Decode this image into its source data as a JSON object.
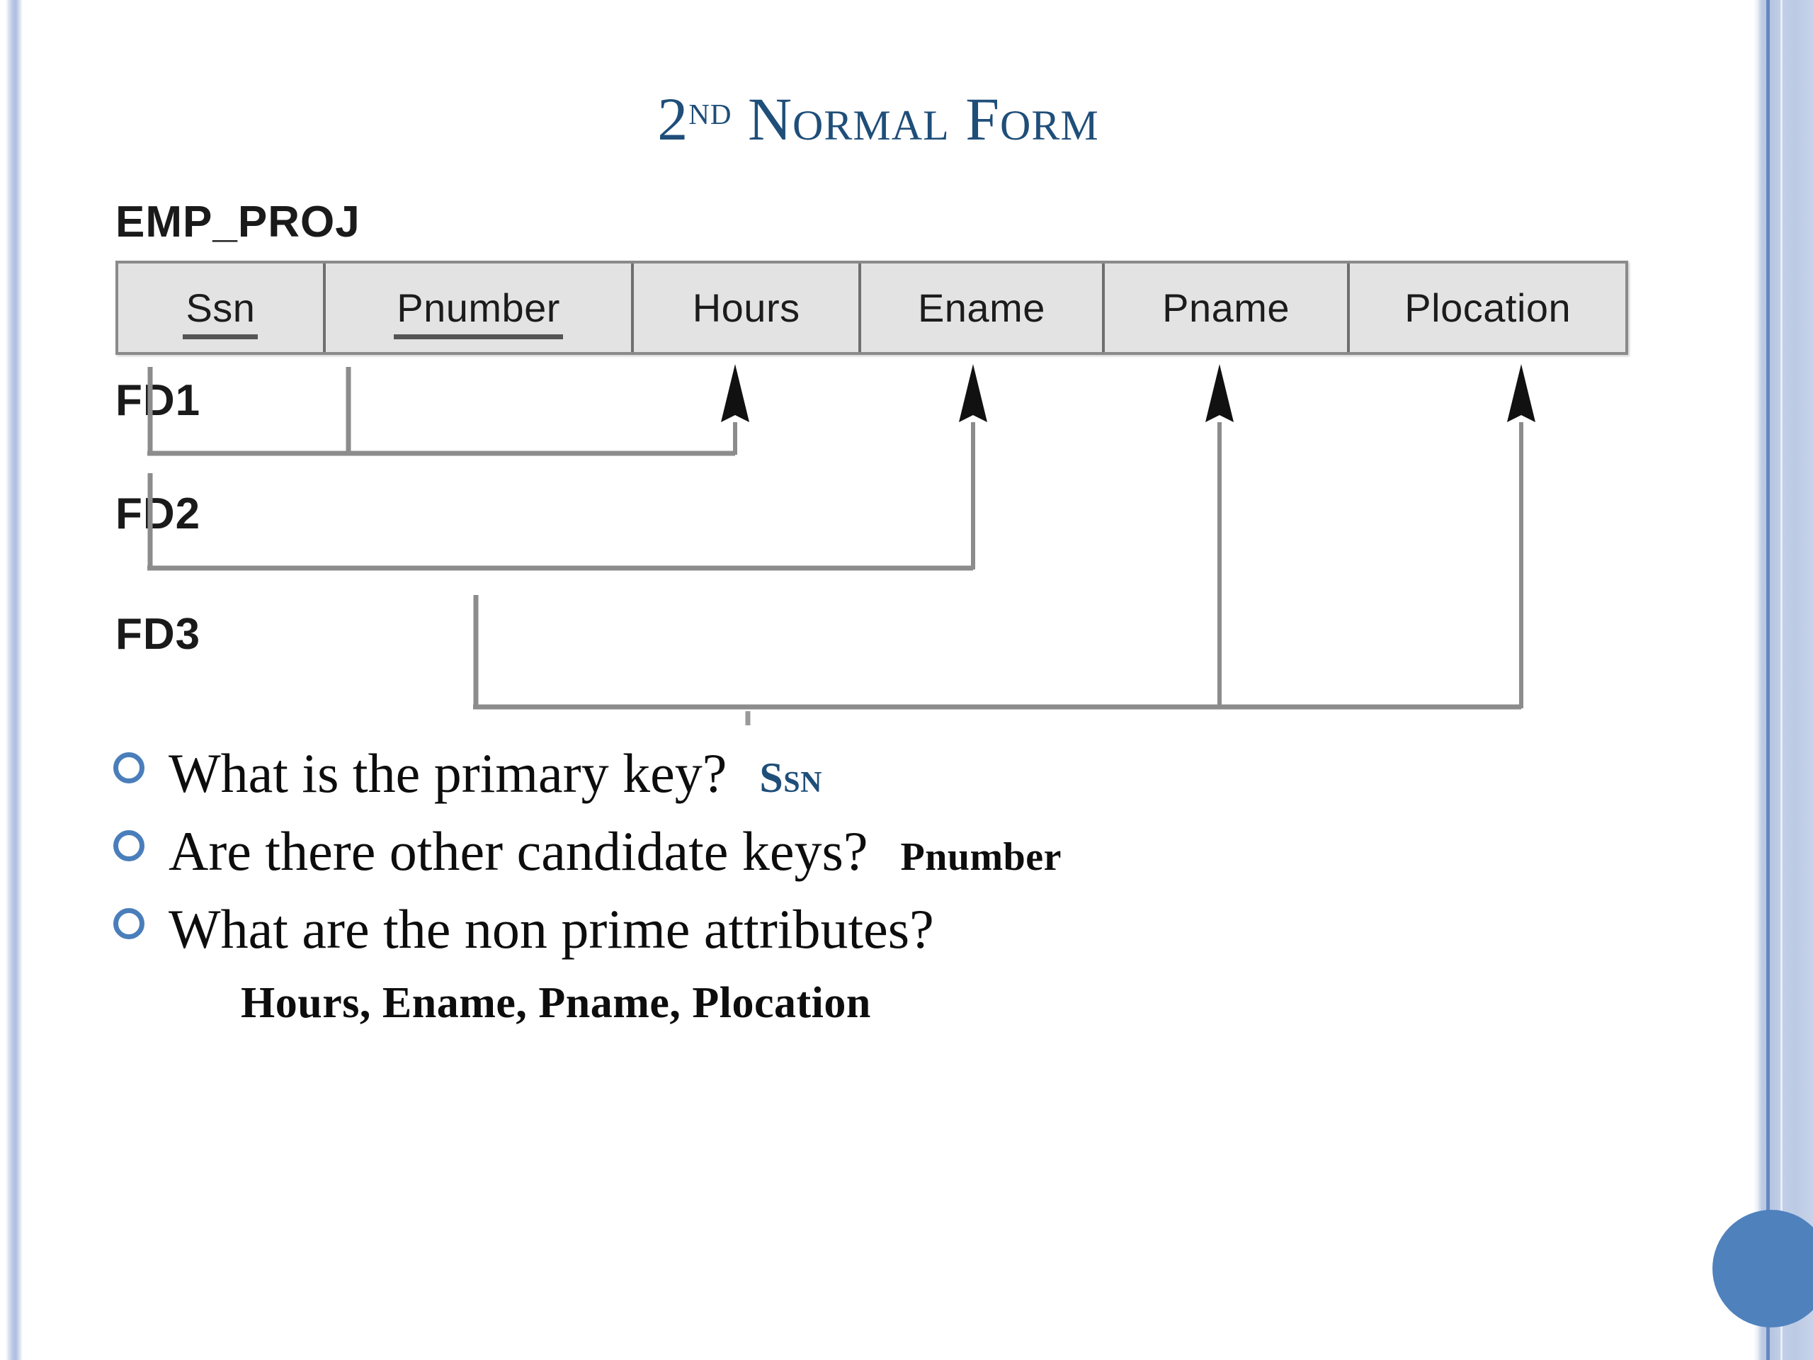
{
  "slide": {
    "title_prefix": "2",
    "title_ordinal": "nd",
    "title_rest": " Normal Form",
    "accent_color": "#4f81bd",
    "title_color": "#1f4e79"
  },
  "diagram": {
    "relation_name": "EMP_PROJ",
    "attributes": [
      {
        "name": "Ssn",
        "is_key": true
      },
      {
        "name": "Pnumber",
        "is_key": true
      },
      {
        "name": "Hours",
        "is_key": false
      },
      {
        "name": "Ename",
        "is_key": false
      },
      {
        "name": "Pname",
        "is_key": false
      },
      {
        "name": "Plocation",
        "is_key": false
      }
    ],
    "functional_dependencies": [
      {
        "label": "FD1",
        "determinants": [
          "Ssn",
          "Pnumber"
        ],
        "dependents": [
          "Hours"
        ]
      },
      {
        "label": "FD2",
        "determinants": [
          "Ssn"
        ],
        "dependents": [
          "Ename"
        ]
      },
      {
        "label": "FD3",
        "determinants": [
          "Pnumber"
        ],
        "dependents": [
          "Pname",
          "Plocation"
        ]
      }
    ]
  },
  "bullets": [
    {
      "question": "What is the primary key?",
      "answer": "Ssn",
      "answer_style": "blue"
    },
    {
      "question": "Are there other candidate keys?",
      "answer": "Pnumber",
      "answer_style": "black"
    },
    {
      "question": "What are the non prime attributes?",
      "answer": "",
      "answer_style": "none"
    }
  ],
  "non_prime_answer": "Hours, Ename, Pname, Plocation"
}
